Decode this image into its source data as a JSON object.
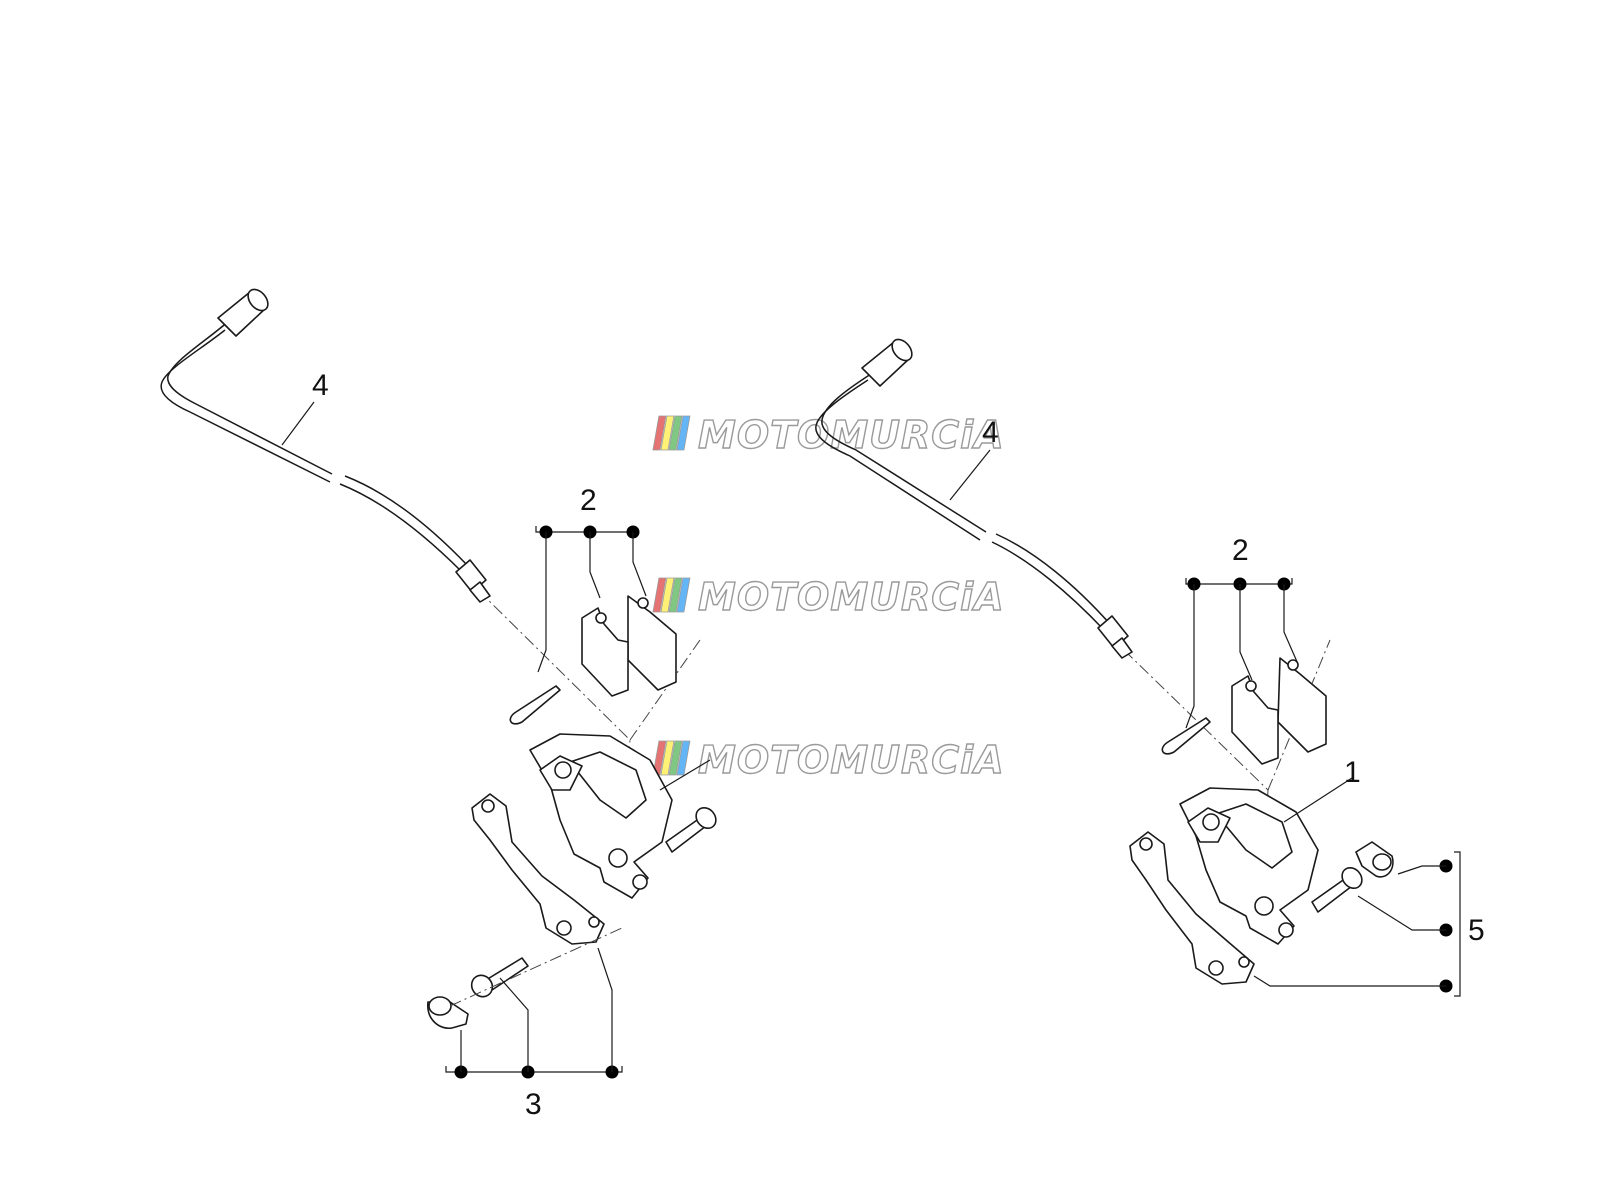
{
  "diagram": {
    "callouts": {
      "left_hose": "4",
      "left_pads": "2",
      "left_mount": "3",
      "right_hose": "4",
      "right_pads": "2",
      "right_caliper": "1",
      "right_mount": "5"
    },
    "watermark": {
      "text": "MOTOMURCiA",
      "stripe_colors": [
        "#e57373",
        "#fff176",
        "#81c784",
        "#64b5f6"
      ]
    },
    "colors": {
      "line": "#1a1a1a",
      "dot": "#000000",
      "background": "#ffffff"
    }
  }
}
